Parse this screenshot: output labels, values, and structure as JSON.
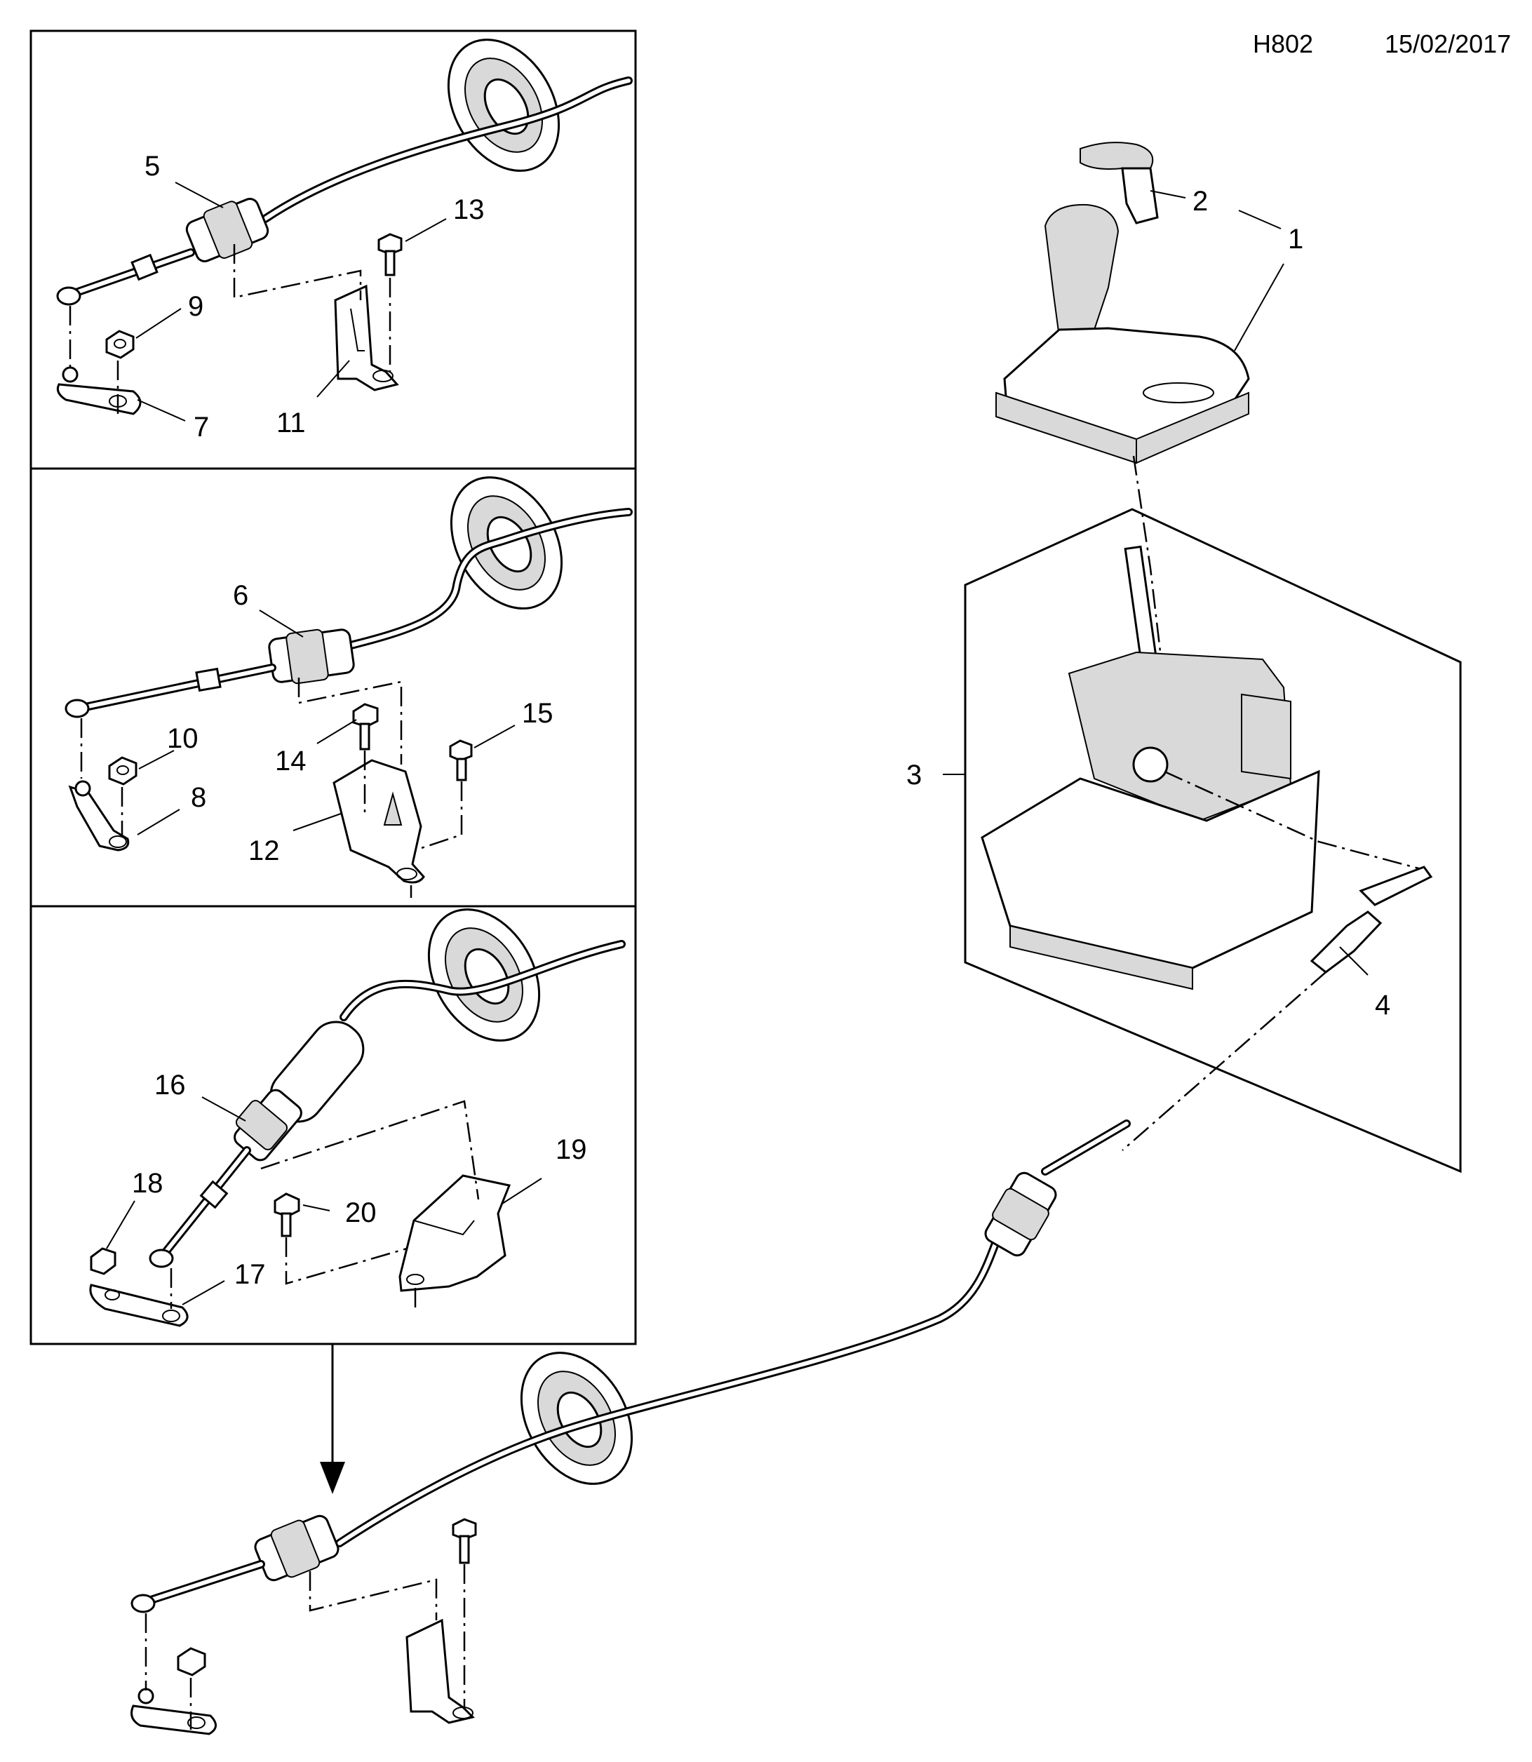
{
  "header": {
    "diagram_code": "H802",
    "date": "15/02/2017"
  },
  "callouts": {
    "c1": "1",
    "c2": "2",
    "c3": "3",
    "c4": "4",
    "c5": "5",
    "c6": "6",
    "c7": "7",
    "c8": "8",
    "c9": "9",
    "c10": "10",
    "c11": "11",
    "c12": "12",
    "c13": "13",
    "c14": "14",
    "c15": "15",
    "c16": "16",
    "c17": "17",
    "c18": "18",
    "c19": "19",
    "c20": "20"
  }
}
